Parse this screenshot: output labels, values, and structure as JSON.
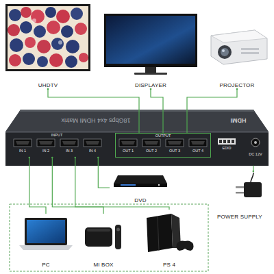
{
  "diagram": {
    "nodes": [
      {
        "text": [
          "UHDTV"
        ]
      },
      {
        "text": [
          "DISPLAYER"
        ]
      },
      {
        "text": [
          "PROJECTOR"
        ]
      },
      {
        "text": [
          "18Gbps 4x4 HDMI Matrix",
          "HDMI"
        ]
      },
      {
        "text": [
          "INPUT"
        ],
        "in": 3
      },
      {
        "text": [
          "OUTPUT"
        ],
        "in": 3
      },
      {
        "text": [
          "DVD"
        ]
      },
      {
        "text": [
          "POWER SUPPLY"
        ]
      },
      {
        "text": [
          "PC"
        ]
      },
      {
        "text": [
          "MI BOX"
        ]
      },
      {
        "text": [
          "PS 4"
        ]
      }
    ],
    "edges": [
      {
        "from": 0,
        "to": 5,
        "arrow": "none"
      },
      {
        "from": 1,
        "to": 5,
        "arrow": "none"
      },
      {
        "from": 2,
        "to": 5,
        "arrow": "none"
      },
      {
        "from": 4,
        "to": 6,
        "arrow": "none"
      },
      {
        "from": 4,
        "to": 8,
        "arrow": "none"
      },
      {
        "from": 4,
        "to": 9,
        "arrow": "none"
      },
      {
        "from": 4,
        "to": 10,
        "arrow": "none"
      },
      {
        "from": 7,
        "to": 3,
        "arrow": "none"
      }
    ],
    "labels": [
      "IN 1",
      "IN 2",
      "IN 3",
      "IN 4",
      "OUT 1",
      "OUT 2",
      "OUT 3",
      "OUT 4",
      "EDID",
      "DC 12V"
    ]
  }
}
